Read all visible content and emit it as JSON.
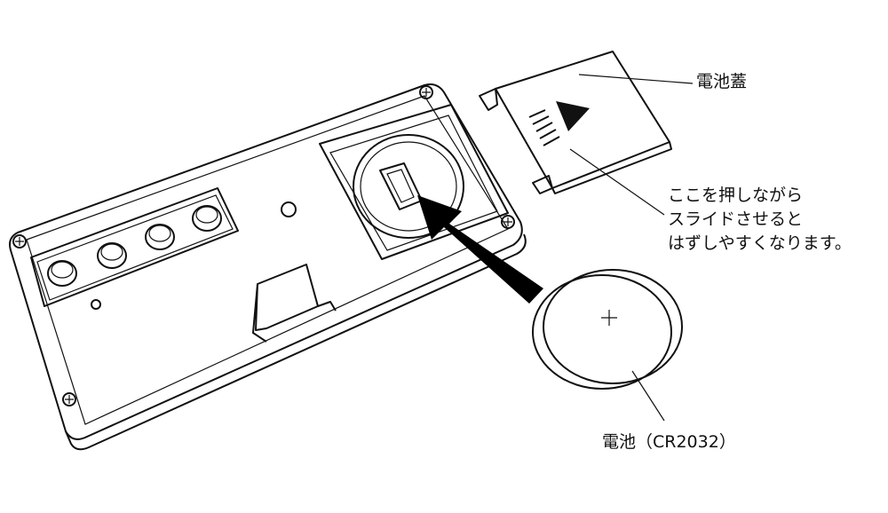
{
  "labels": {
    "battery_cover": "電池蓋",
    "instruction_lines": [
      "ここを押しながら",
      "スライドさせると",
      "はずしやすくなります。"
    ],
    "battery": "電池（CR2032）",
    "battery_polarity": "+"
  }
}
